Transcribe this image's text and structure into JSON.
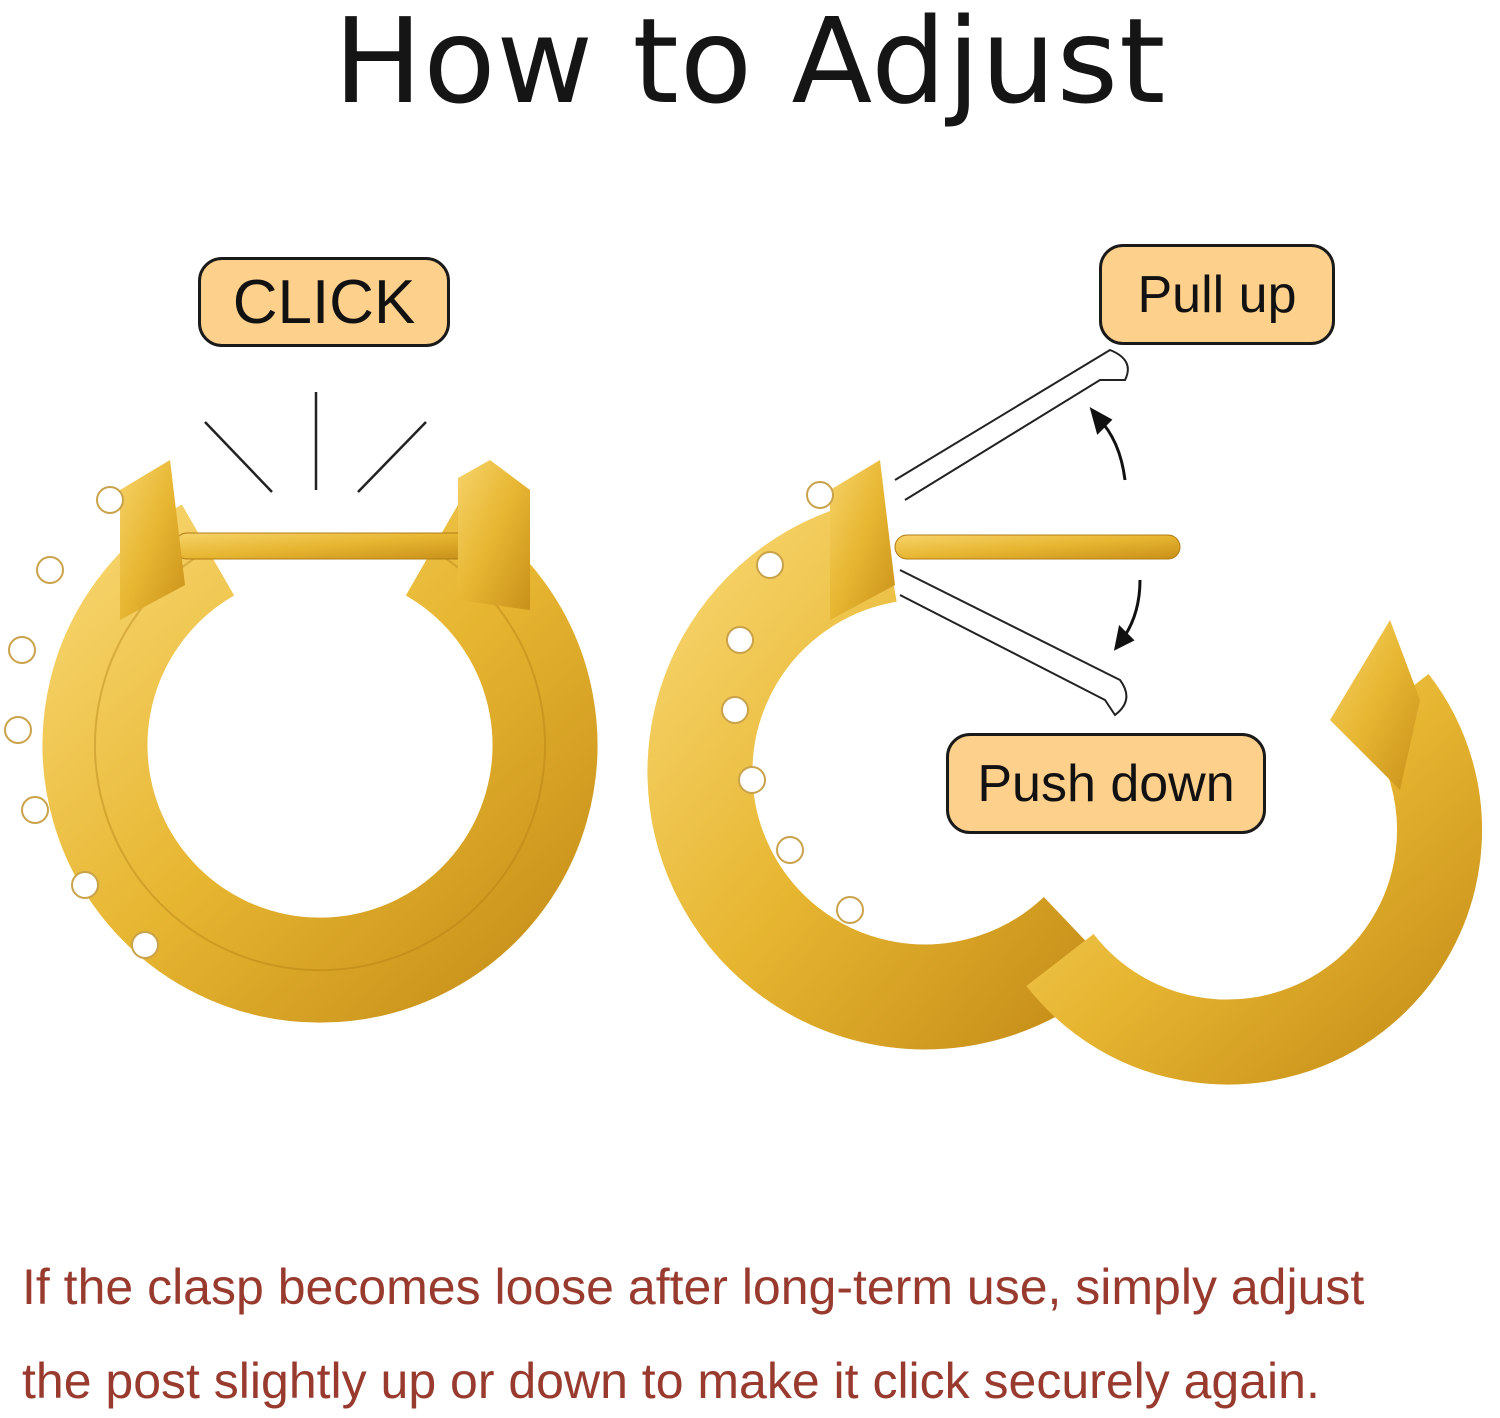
{
  "title": "How to Adjust",
  "labels": {
    "click": "CLICK",
    "pull_up": "Pull up",
    "push_down": "Push down"
  },
  "instructions": [
    "If the clasp becomes loose after long-term use, simply adjust",
    "the post slightly up or down to make it click securely again."
  ],
  "colors": {
    "label_fill": "#fdd08c",
    "note_text": "#993a2e",
    "gold": "#e6b422"
  }
}
